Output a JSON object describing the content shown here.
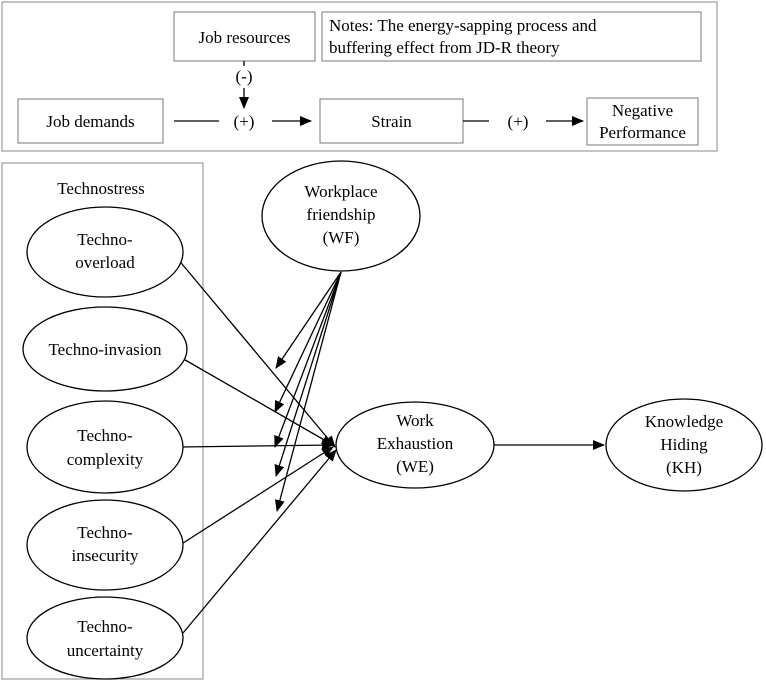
{
  "top": {
    "job_resources": "Job resources",
    "notes_line1": "Notes: The energy-sapping process and",
    "notes_line2": "buffering effect from JD-R theory",
    "neg_sign": "(-)",
    "job_demands": "Job demands",
    "plus1": "(+)",
    "strain": "Strain",
    "plus2": "(+)",
    "negative_line1": "Negative",
    "negative_line2": "Performance"
  },
  "model": {
    "group_label": "Technostress",
    "overload": [
      "Techno-",
      "overload"
    ],
    "invasion": [
      "Techno-invasion"
    ],
    "complexity": [
      "Techno-",
      "complexity"
    ],
    "insecurity": [
      "Techno-",
      "insecurity"
    ],
    "uncertainty": [
      "Techno-",
      "uncertainty"
    ],
    "wf": [
      "Workplace",
      "friendship",
      "(WF)"
    ],
    "we": [
      "Work",
      "Exhaustion",
      "(WE)"
    ],
    "kh": [
      "Knowledge",
      "Hiding",
      "(KH)"
    ]
  }
}
